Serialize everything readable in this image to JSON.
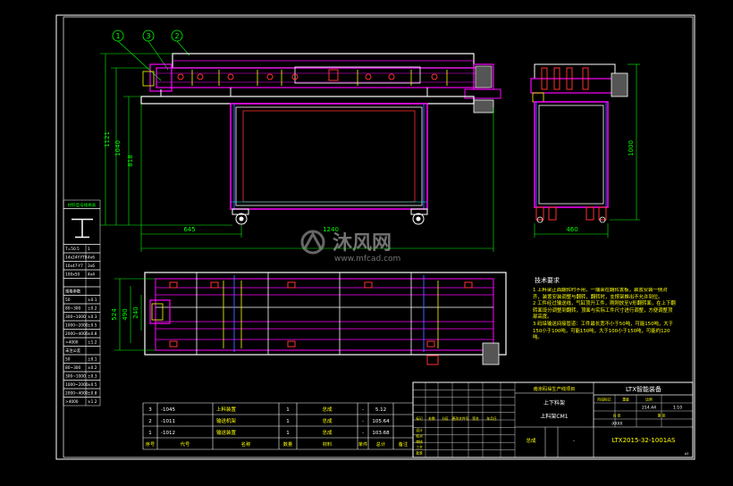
{
  "balloons": [
    "1",
    "3",
    "2"
  ],
  "dims": {
    "h_total": "1121",
    "h_1040": "1040",
    "h_818": "818",
    "w_645": "645",
    "w_1240": "1240",
    "w_460": "460",
    "h_1000": "1000",
    "h_524": "524",
    "h_490": "490",
    "h_240": "240"
  },
  "watermark": {
    "brand": "沐风网",
    "url": "www.mfcad.com"
  },
  "tech_notes": {
    "title": "技术要求",
    "items": [
      "1 上料架正面翻转时不用，一端架在翻转置板，装置安装一侧对齐，装置安装调整与翻转，翻转时，支撑架推出不允许到位。",
      "2 工件经过输送线，气缸顶升工件，刚刚放至V形翻转面，在上下翻转面设分调整到翻转，顶面与实际工件尺寸进行调整，方便调整顶部高度。",
      "3 码垛输送间接管道：工件最长宽不小于50吨，可能150吨，大于150小于100吨，可能150吨，大于100小于150吨，可能约120吨。"
    ]
  },
  "left_table": {
    "title": "材料型号规格表",
    "rows": [
      [
        "T=50.5",
        "1"
      ],
      [
        "14x24Y-YT8",
        "4x6"
      ],
      [
        "10x47-Y7",
        "3x6"
      ],
      [
        "100x50",
        "4x4"
      ],
      [
        "",
        ""
      ],
      [
        "规格参数",
        ""
      ],
      [
        "50",
        "±0.1"
      ],
      [
        "80~300",
        "±0.2"
      ],
      [
        "300~1000",
        "±0.3"
      ],
      [
        "1000~2000",
        "±0.5"
      ],
      [
        "2000~4000",
        "±0.8"
      ],
      [
        ">4000",
        "±1.2"
      ],
      [
        "未注公差",
        ""
      ],
      [
        "50",
        "±0.1"
      ],
      [
        "80~300",
        "±0.2"
      ],
      [
        "300~1000",
        "±0.3"
      ],
      [
        "1000~2000",
        "±0.5"
      ],
      [
        "2000~4000",
        "±0.8"
      ],
      [
        ">4000",
        "±1.2"
      ]
    ]
  },
  "bom": {
    "rows": [
      {
        "no": "3",
        "code": "-1045",
        "name": "上料装置",
        "qty": "1",
        "mat": "总成",
        "w1": "-",
        "w2": "5.12"
      },
      {
        "no": "2",
        "code": "-1011",
        "name": "输送机架",
        "qty": "1",
        "mat": "总成",
        "w1": "-",
        "w2": "105.64"
      },
      {
        "no": "1",
        "code": "-1012",
        "name": "输送装置",
        "qty": "1",
        "mat": "总成",
        "w1": "-",
        "w2": "103.68"
      }
    ],
    "headers": [
      "序号",
      "代号",
      "名称",
      "数量",
      "材料",
      "单件",
      "总计",
      "备注"
    ]
  },
  "title_block": {
    "company": "LTX智能装备",
    "project": "南京码垛生产线项目",
    "part_name": "上下料架",
    "part_sub": "上料架CM1",
    "drawing_no": "LTX2015-32-1001AS",
    "scale": "1:10",
    "weight": "214.44",
    "material": "-XXXX",
    "assembly": "总成",
    "dash": "-",
    "headers": [
      "标记",
      "处数",
      "分区",
      "更改文件号",
      "签名",
      "年月日"
    ],
    "rows_left": [
      "设计",
      "校对",
      "审核",
      "工艺",
      "批准"
    ],
    "cells": [
      "阶段标记",
      "重量",
      "比例",
      "共 张",
      "第 张"
    ],
    "sheet_marker": "A3"
  },
  "colors": {
    "bg": "#000000",
    "frame": "#ffffff",
    "magenta": "#ff00ff",
    "green": "#00ff00",
    "cyan": "#00ffff",
    "yellow": "#ffff00",
    "red": "#ff3030",
    "blue": "#4060ff",
    "gray": "#9a9a9a"
  }
}
